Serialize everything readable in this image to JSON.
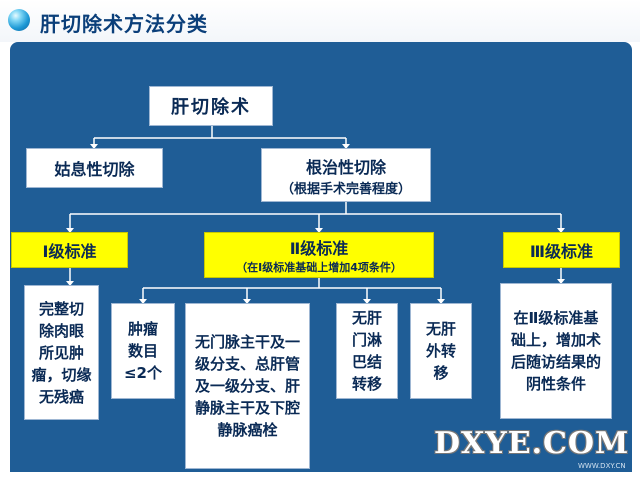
{
  "header": {
    "title": "肝切除术方法分类"
  },
  "tree": {
    "root": "肝切除术",
    "branch_left": "姑息性切除",
    "branch_right": {
      "label": "根治性切除",
      "sub": "（根据手术完善程度）"
    },
    "levels": {
      "level1": "Ⅰ级标准",
      "level2": {
        "label": "Ⅱ级标准",
        "sub": "（在Ⅰ级标准基础上增加4项条件）"
      },
      "level3": "Ⅲ级标准"
    },
    "criteria": {
      "level1_text": [
        "完整切",
        "除肉眼",
        "所见肿",
        "瘤，切缘",
        "无残癌"
      ],
      "level2_items": [
        [
          "肿瘤",
          "数目",
          "≤2个"
        ],
        "无门脉主干及一级分支、总肝管及一级分支、肝静脉主干及下腔静脉癌栓",
        [
          "无肝",
          "门淋",
          "巴结",
          "转移"
        ],
        [
          "无肝",
          "外转",
          "移"
        ]
      ],
      "level3_text": "在Ⅱ级标准基础上，增加术后随访结果的阴性条件"
    }
  },
  "watermark": {
    "text": "DXYE.COM",
    "url": "WWW.DXY.CN"
  }
}
